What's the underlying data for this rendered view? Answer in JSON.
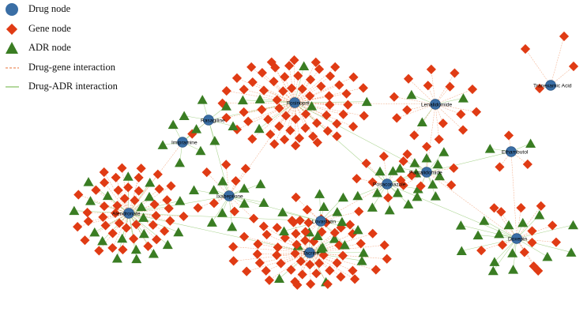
{
  "legend": {
    "drug_label": "Drug node",
    "gene_label": "Gene node",
    "adr_label": "ADR node",
    "drug_gene_label": "Drug-gene interaction",
    "drug_adr_label": "Drug-ADR interaction"
  },
  "colors": {
    "drug": "#3a6ea5",
    "drug_stroke": "#2b5685",
    "gene": "#e03b14",
    "adr": "#3a7d23",
    "drug_gene_edge": "#f0a27a",
    "drug_adr_edge": "#9ccc7e"
  },
  "drugs": [
    {
      "label": "Fosinopril"
    },
    {
      "label": "Lenalidomide"
    },
    {
      "label": "Tranexamic Acid"
    },
    {
      "label": "Rasagiline"
    },
    {
      "label": "Imipramine"
    },
    {
      "label": "Ethambutol"
    },
    {
      "label": "Pomalidomide"
    },
    {
      "label": "Posaconazole"
    },
    {
      "label": "Ixabepilone"
    },
    {
      "label": "Alendronate"
    },
    {
      "label": "Lovastatin"
    },
    {
      "label": "Tacrine"
    },
    {
      "label": "Doxepin"
    }
  ]
}
